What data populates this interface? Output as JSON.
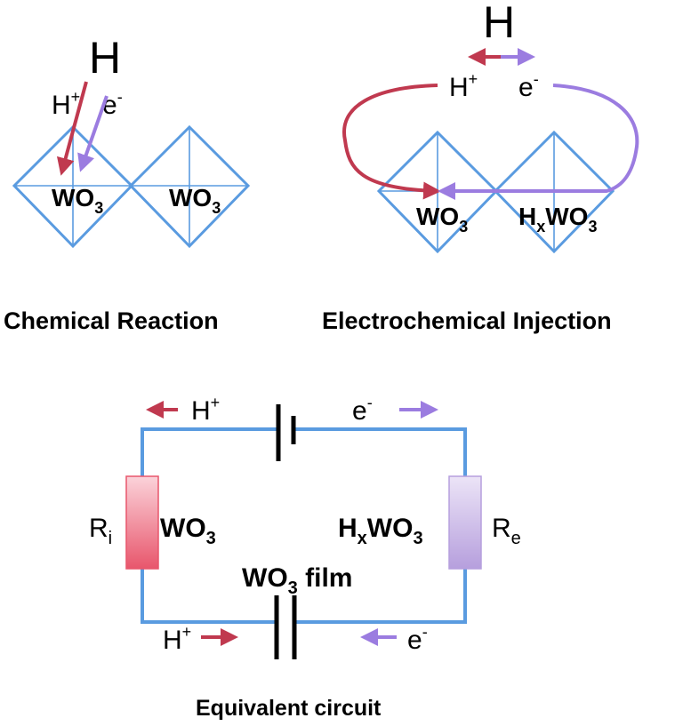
{
  "colors": {
    "octahedron": "#5a9be0",
    "wire": "#5a9be0",
    "proton_arrow": "#c0394f",
    "electron_arrow": "#9b7ce0",
    "resistor_ion_fill": "#f07d8e",
    "resistor_electron_fill": "#c9b6e8"
  },
  "chemical_reaction": {
    "h_atom": "H",
    "proton": "H",
    "proton_sup": "+",
    "electron": "e",
    "electron_sup": "-",
    "left_oct_label": "WO",
    "left_oct_sub": "3",
    "right_oct_label": "WO",
    "right_oct_sub": "3",
    "caption": "Chemical Reaction"
  },
  "electrochemical_injection": {
    "h_atom": "H",
    "proton": "H",
    "proton_sup": "+",
    "electron": "e",
    "electron_sup": "-",
    "left_oct_label": "WO",
    "left_oct_sub": "3",
    "right_oct_label_pre": "H",
    "right_oct_label_x": "x",
    "right_oct_label_mid": "WO",
    "right_oct_sub": "3",
    "caption": "Electrochemical Injection"
  },
  "equivalent_circuit": {
    "top_proton": "H",
    "top_proton_sup": "+",
    "top_electron": "e",
    "top_electron_sup": "-",
    "left_resistor": "R",
    "left_resistor_sub": "i",
    "left_material": "WO",
    "left_material_sub": "3",
    "right_material_pre": "H",
    "right_material_x": "x",
    "right_material_mid": "WO",
    "right_material_sub": "3",
    "right_resistor": "R",
    "right_resistor_sub": "e",
    "film_label_pre": "WO",
    "film_label_sub": "3",
    "film_label_post": " film",
    "bottom_proton": "H",
    "bottom_proton_sup": "+",
    "bottom_electron": "e",
    "bottom_electron_sup": "-",
    "caption": "Equivalent circuit"
  }
}
